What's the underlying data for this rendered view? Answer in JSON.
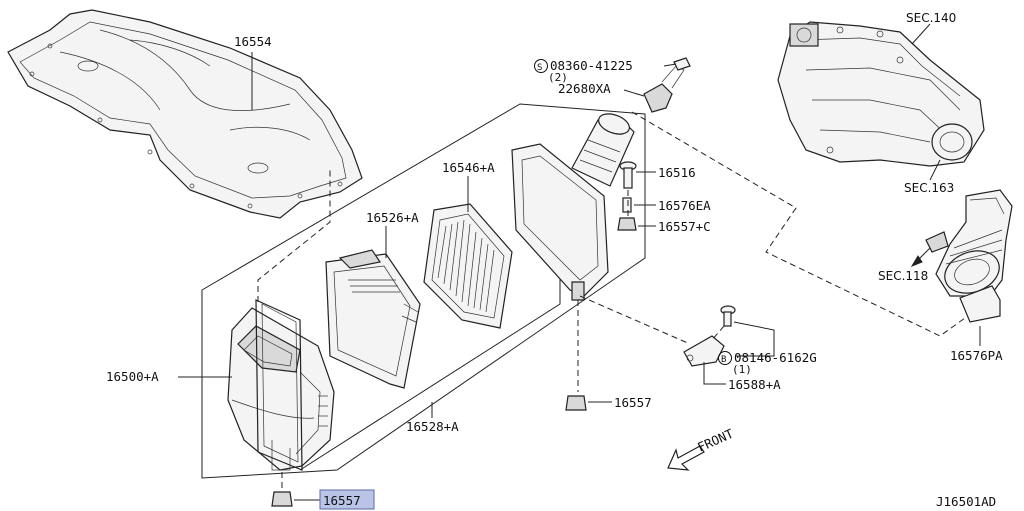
{
  "diagram": {
    "drawing_code": "J16501AD",
    "front_label": "FRONT",
    "labels": {
      "cover": "16554",
      "bolt_08360": "08360-41225",
      "bolt_08360_qty": "(2)",
      "maf_sensor": "22680XA",
      "upper_case": "16546+A",
      "bolt_16516": "16516",
      "collar": "16576EA",
      "grommet_c": "16557+C",
      "filter": "16526+A",
      "seal": "16528+A",
      "lower_case": "16500+A",
      "grommet_mid": "16557",
      "grommet_bottom": "16557",
      "bolt_08146": "08146-6162G",
      "bolt_08146_qty": "(1)",
      "bracket": "16588+A",
      "sec_140": "SEC.140",
      "sec_163": "SEC.163",
      "sec_118": "SEC.118",
      "duct": "16576PA",
      "s_marker": "S",
      "b_marker": "B"
    },
    "highlight_color": "#b9c4e6"
  }
}
